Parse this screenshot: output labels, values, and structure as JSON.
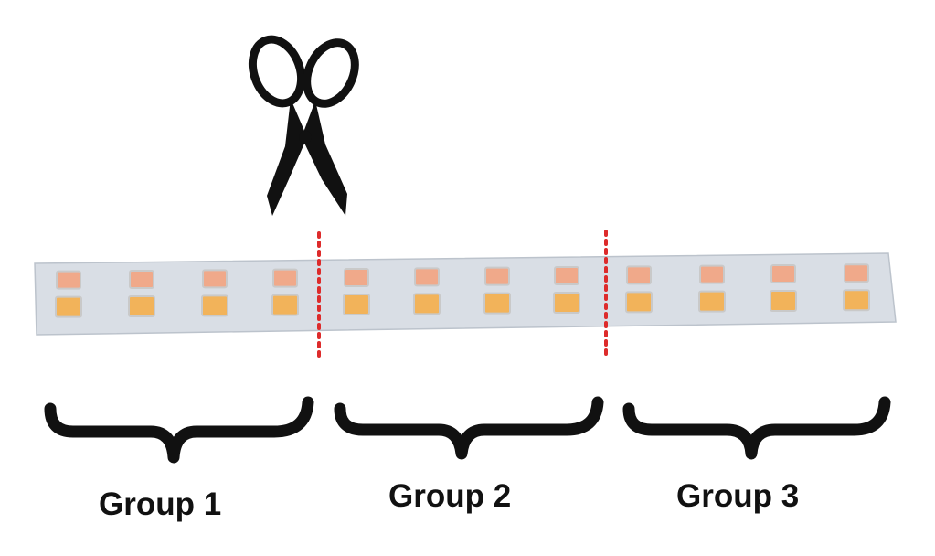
{
  "groups": [
    {
      "label": "Group 1"
    },
    {
      "label": "Group 2"
    },
    {
      "label": "Group 3"
    }
  ],
  "icons": {
    "cut_tool": "scissors-icon"
  },
  "colors": {
    "strip": "#d8dde4",
    "strip_edge": "#bcc3cc",
    "led_warm": "#f2b35a",
    "led_pale": "#f0a98a",
    "cut_line": "#dd2b2b",
    "ink": "#111111"
  },
  "leds_per_group": 4
}
